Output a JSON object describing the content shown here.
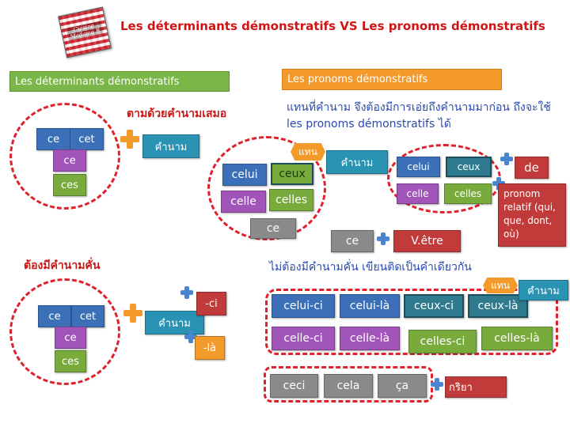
{
  "title": "Les déterminants démonstratifs VS Les pronoms démonstratifs",
  "logo_text": "Cuisine Madame B",
  "section_left": "Les déterminants démonstratifs",
  "section_right": "Les pronoms démonstratifs",
  "note_follow": "ตามด้วยคำนามเสมอ",
  "note_between": "ต้องมีคำนามคั่น",
  "note_right": "แทนที่คำนาม จึงต้องมีการเอ่ยถึงคำนามมาก่อน ถึงจะใช้ les pronoms démonstratifs ได้",
  "note_no_noun": "ไม่ต้องมีคำนามคั่น เขียนติดเป็นคำเดียวกัน",
  "det_top": {
    "ce": "ce",
    "cet": "cet",
    "ce_f": "ce",
    "ces": "ces",
    "noun": "คำนาม"
  },
  "det_bottom": {
    "ce": "ce",
    "cet": "cet",
    "ce_f": "ce",
    "ces": "ces",
    "noun": "คำนาม",
    "ci": "-ci",
    "la": "-là"
  },
  "pron_main": {
    "celui": "celui",
    "ceux": "ceux",
    "celle": "celle",
    "celles": "celles",
    "ce": "ce",
    "replace": "แทน",
    "noun": "คำนาม"
  },
  "pron_small": {
    "celui": "celui",
    "ceux": "ceux",
    "celle": "celle",
    "celles": "celles",
    "de": "de",
    "relatif": "pronom relatif (qui, que, dont, où)"
  },
  "ce_etre": {
    "ce": "ce",
    "vetre": "V.être"
  },
  "compound": {
    "row1": [
      "celui-ci",
      "celui-là",
      "ceux-ci",
      "ceux-là"
    ],
    "row2": [
      "celle-ci",
      "celle-là",
      "celles-ci",
      "celles-là"
    ],
    "replace": "แทน",
    "noun": "คำนาม"
  },
  "neutral": {
    "items": [
      "ceci",
      "cela",
      "ça"
    ],
    "verb": "กริยา"
  }
}
